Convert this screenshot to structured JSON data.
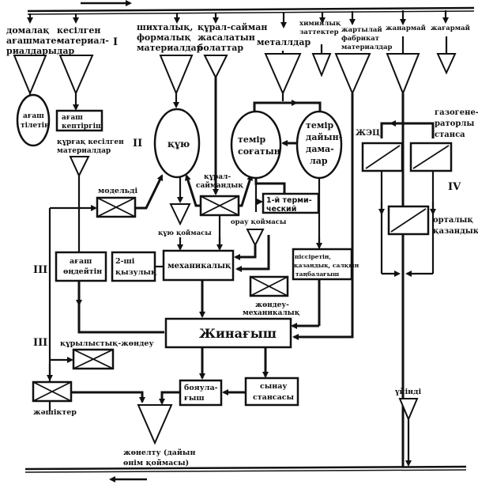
{
  "diagram": {
    "roman_numerals": [
      "I",
      "II",
      "III",
      "III",
      "IV"
    ],
    "top_inputs": [
      {
        "label_lines": [
          "домалақ",
          "ағашмате-",
          "риалдары"
        ]
      },
      {
        "label_lines": [
          "кесілген",
          "материал-",
          "дар"
        ]
      },
      {
        "label_lines": [
          "шихталық,",
          "формалық",
          "материалдар"
        ]
      },
      {
        "label_lines": [
          "құрал-сайман",
          "жасалатын",
          "болаттар"
        ]
      },
      {
        "label_lines": [
          "металлдар"
        ]
      },
      {
        "label_lines": [
          "химиялық",
          "заттектер"
        ]
      },
      {
        "label_lines": [
          "жартылай",
          "фабрикат",
          "материалдар"
        ]
      },
      {
        "label_lines": [
          "жанармай"
        ]
      },
      {
        "label_lines": [
          "жағармай"
        ]
      }
    ],
    "nodes": {
      "sawmill": [
        "ағаш",
        "тілетін"
      ],
      "dryer": [
        "ағаш",
        "кептіргіш"
      ],
      "dry_cut_materials": [
        "құрғақ кесілген",
        "материалдар"
      ],
      "model": "модельді",
      "casting": "құю",
      "tool": [
        "құрал-",
        "саймандық"
      ],
      "forging": [
        "темір",
        "соғатын"
      ],
      "iron_prep": [
        "темір",
        "дайын-",
        "дама-",
        "лар"
      ],
      "thermal": [
        "1-й терми-",
        "ческий"
      ],
      "packing_store": "орау қоймасы",
      "casting_store": "құю қоймасы",
      "woodworking": [
        "ағаш",
        "өңдейтін"
      ],
      "second_machining": [
        "2-ші",
        "қызулық"
      ],
      "mechanical": "механикалық",
      "coating": [
        "піссіретін,",
        "қазандық, салқын",
        "таңбалағыш"
      ],
      "repair_mech": [
        "жөндеу-",
        "механикалық"
      ],
      "assembly": "Жинағыш",
      "construction_repair": "құрылыстық-жөндеу",
      "boxes": "жәшіктер",
      "painting": [
        "бояула-",
        "ғыш"
      ],
      "testing": [
        "сынау",
        "стансасы"
      ],
      "shipping": [
        "жөнелту (дайын",
        "өнім қоймасы)"
      ],
      "chp": "ЖЭЦ",
      "gas_station": [
        "газогене-",
        "раторлы",
        "станса"
      ],
      "central_boiler": [
        "орталық",
        "қазандық"
      ],
      "dump": "үйінді"
    }
  }
}
